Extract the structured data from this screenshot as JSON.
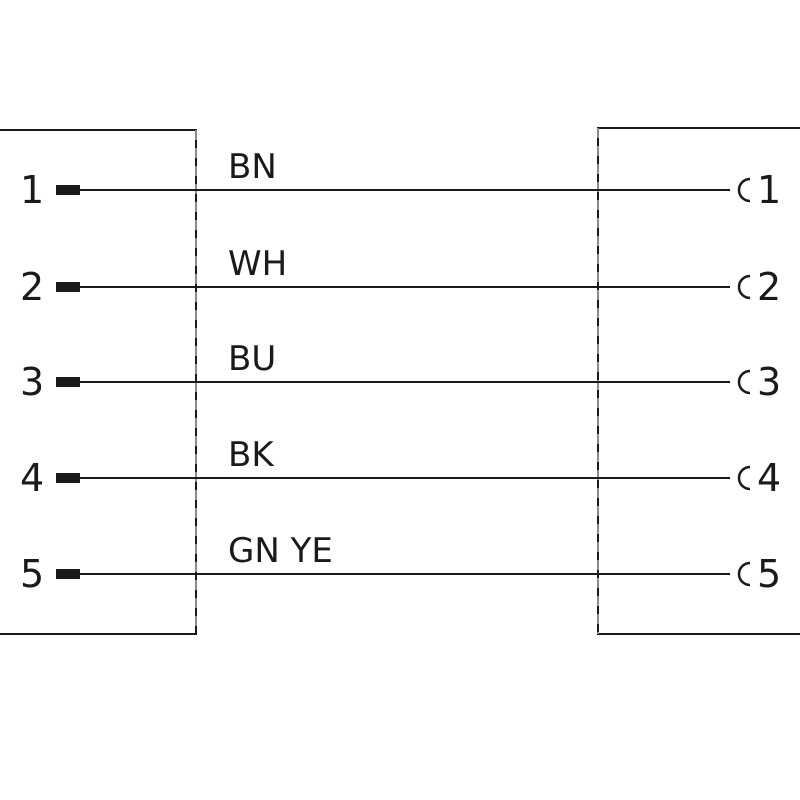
{
  "diagram": {
    "left_connector": {
      "pins": [
        "1",
        "2",
        "3",
        "4",
        "5"
      ],
      "contact_type": "pin"
    },
    "right_connector": {
      "pins": [
        "1",
        "2",
        "3",
        "4",
        "5"
      ],
      "contact_type": "socket"
    },
    "wires": [
      {
        "from": "1",
        "to": "1",
        "color_code": "BN"
      },
      {
        "from": "2",
        "to": "2",
        "color_code": "WH"
      },
      {
        "from": "3",
        "to": "3",
        "color_code": "BU"
      },
      {
        "from": "4",
        "to": "4",
        "color_code": "BK"
      },
      {
        "from": "5",
        "to": "5",
        "color_code": "GN YE"
      }
    ],
    "line_color": "#1a1a1a",
    "divider_color": "#8a8a8a"
  }
}
